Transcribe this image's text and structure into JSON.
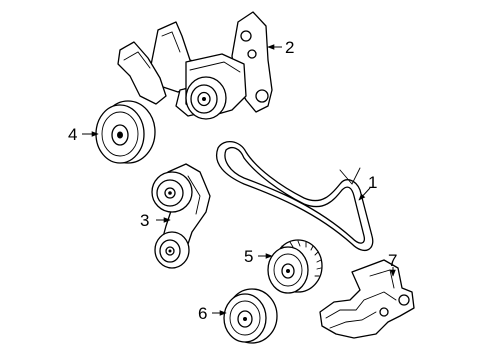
{
  "callouts": [
    {
      "id": "belt",
      "label": "1"
    },
    {
      "id": "tensioner",
      "label": "2"
    },
    {
      "id": "idler-assembly",
      "label": "3"
    },
    {
      "id": "pulley-upper",
      "label": "4"
    },
    {
      "id": "pulley-grooved",
      "label": "5"
    },
    {
      "id": "pulley-lower",
      "label": "6"
    },
    {
      "id": "bracket",
      "label": "7"
    }
  ]
}
